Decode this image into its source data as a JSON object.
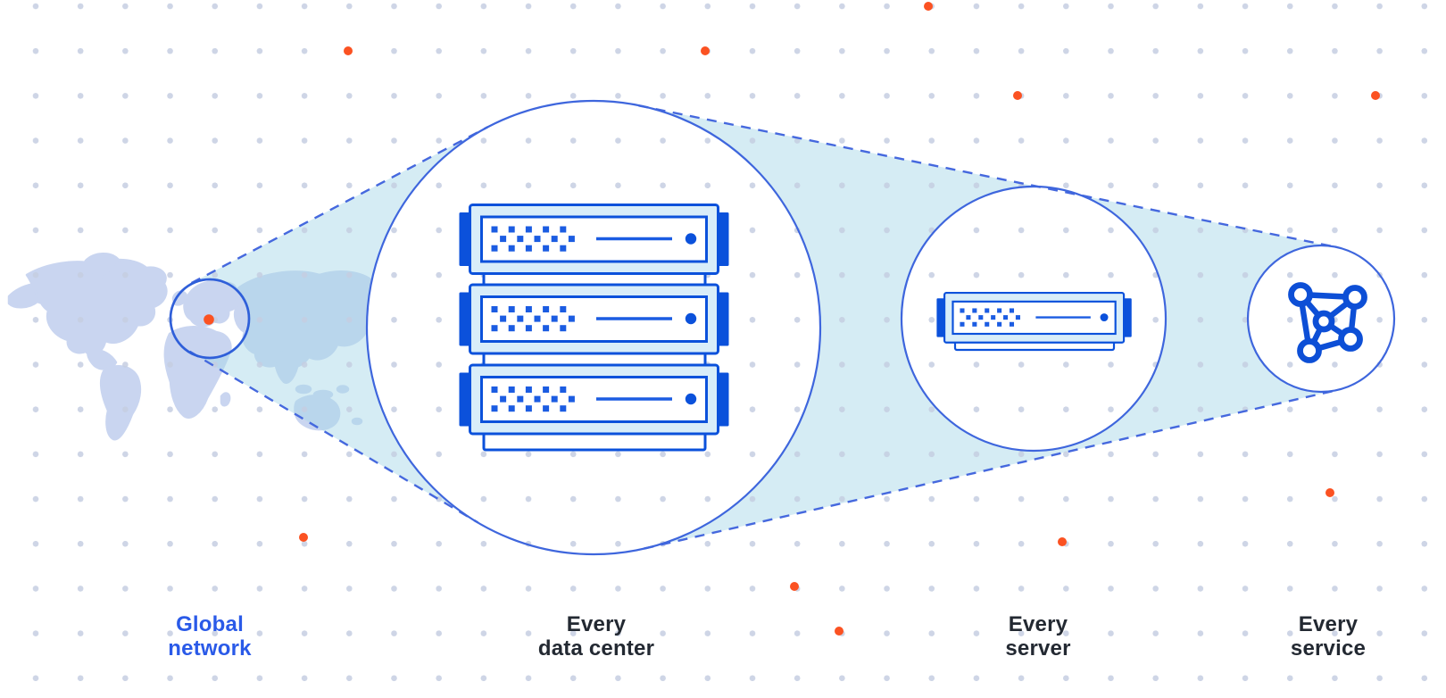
{
  "diagram": {
    "stages": [
      {
        "id": "global-network",
        "label_lines": [
          "Global",
          "network"
        ],
        "emphasized": true,
        "icon": "world-map-location-marker"
      },
      {
        "id": "every-data-center",
        "label_lines": [
          "Every",
          "data center"
        ],
        "emphasized": false,
        "icon": "server-rack-3-units"
      },
      {
        "id": "every-server",
        "label_lines": [
          "Every",
          "server"
        ],
        "emphasized": false,
        "icon": "single-server"
      },
      {
        "id": "every-service",
        "label_lines": [
          "Every",
          "service"
        ],
        "emphasized": false,
        "icon": "network-mesh"
      }
    ],
    "colors": {
      "accent_blue_label": "#2a5ae8",
      "circle_stroke_blue": "#3e66dd",
      "dashed_line_blue": "#4568de",
      "icon_dark_blue": "#0b51db",
      "icon_square_blue": "#1b5ce2",
      "icon_light_blue_fill": "#d8edf9",
      "beam_cyan": "#e2f1f7",
      "map_land": "#c9d5f0",
      "grid_dot": "#c5cee1",
      "accent_orange": "#fb5222",
      "label_dark": "#232932",
      "background": "#ffffff"
    }
  }
}
